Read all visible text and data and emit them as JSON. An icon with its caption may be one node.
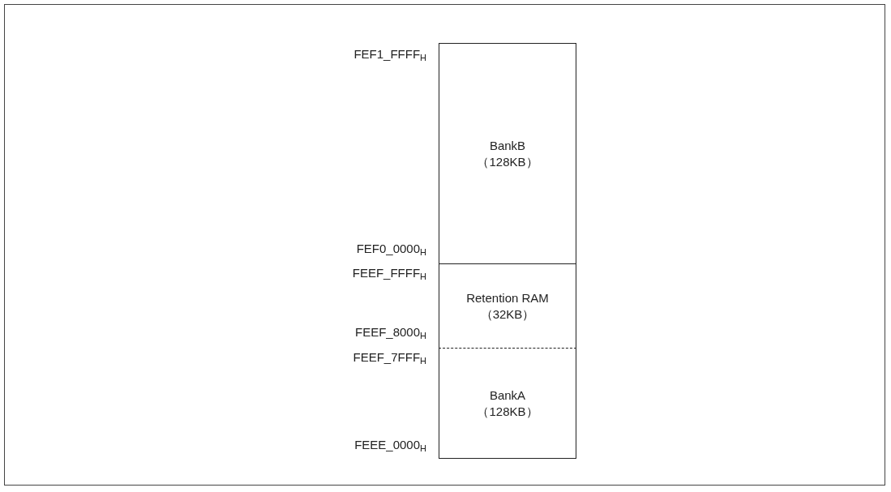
{
  "diagram": {
    "nodes": [
      {
        "text": [
          "BankB （128KB）"
        ]
      },
      {
        "text": [
          "Retention RAM （32KB）"
        ]
      },
      {
        "text": [
          "BankA （128KB）"
        ]
      }
    ],
    "labels": [
      "FEF1_FFFF$_{H}$",
      "FEF0_0000$_{H}$",
      "FEEF_FFFF$_{H}$",
      "FEEF_8000$_{H}$",
      "FEEF_7FFF$_{H}$",
      "FEEE_0000$_{H}$"
    ]
  }
}
